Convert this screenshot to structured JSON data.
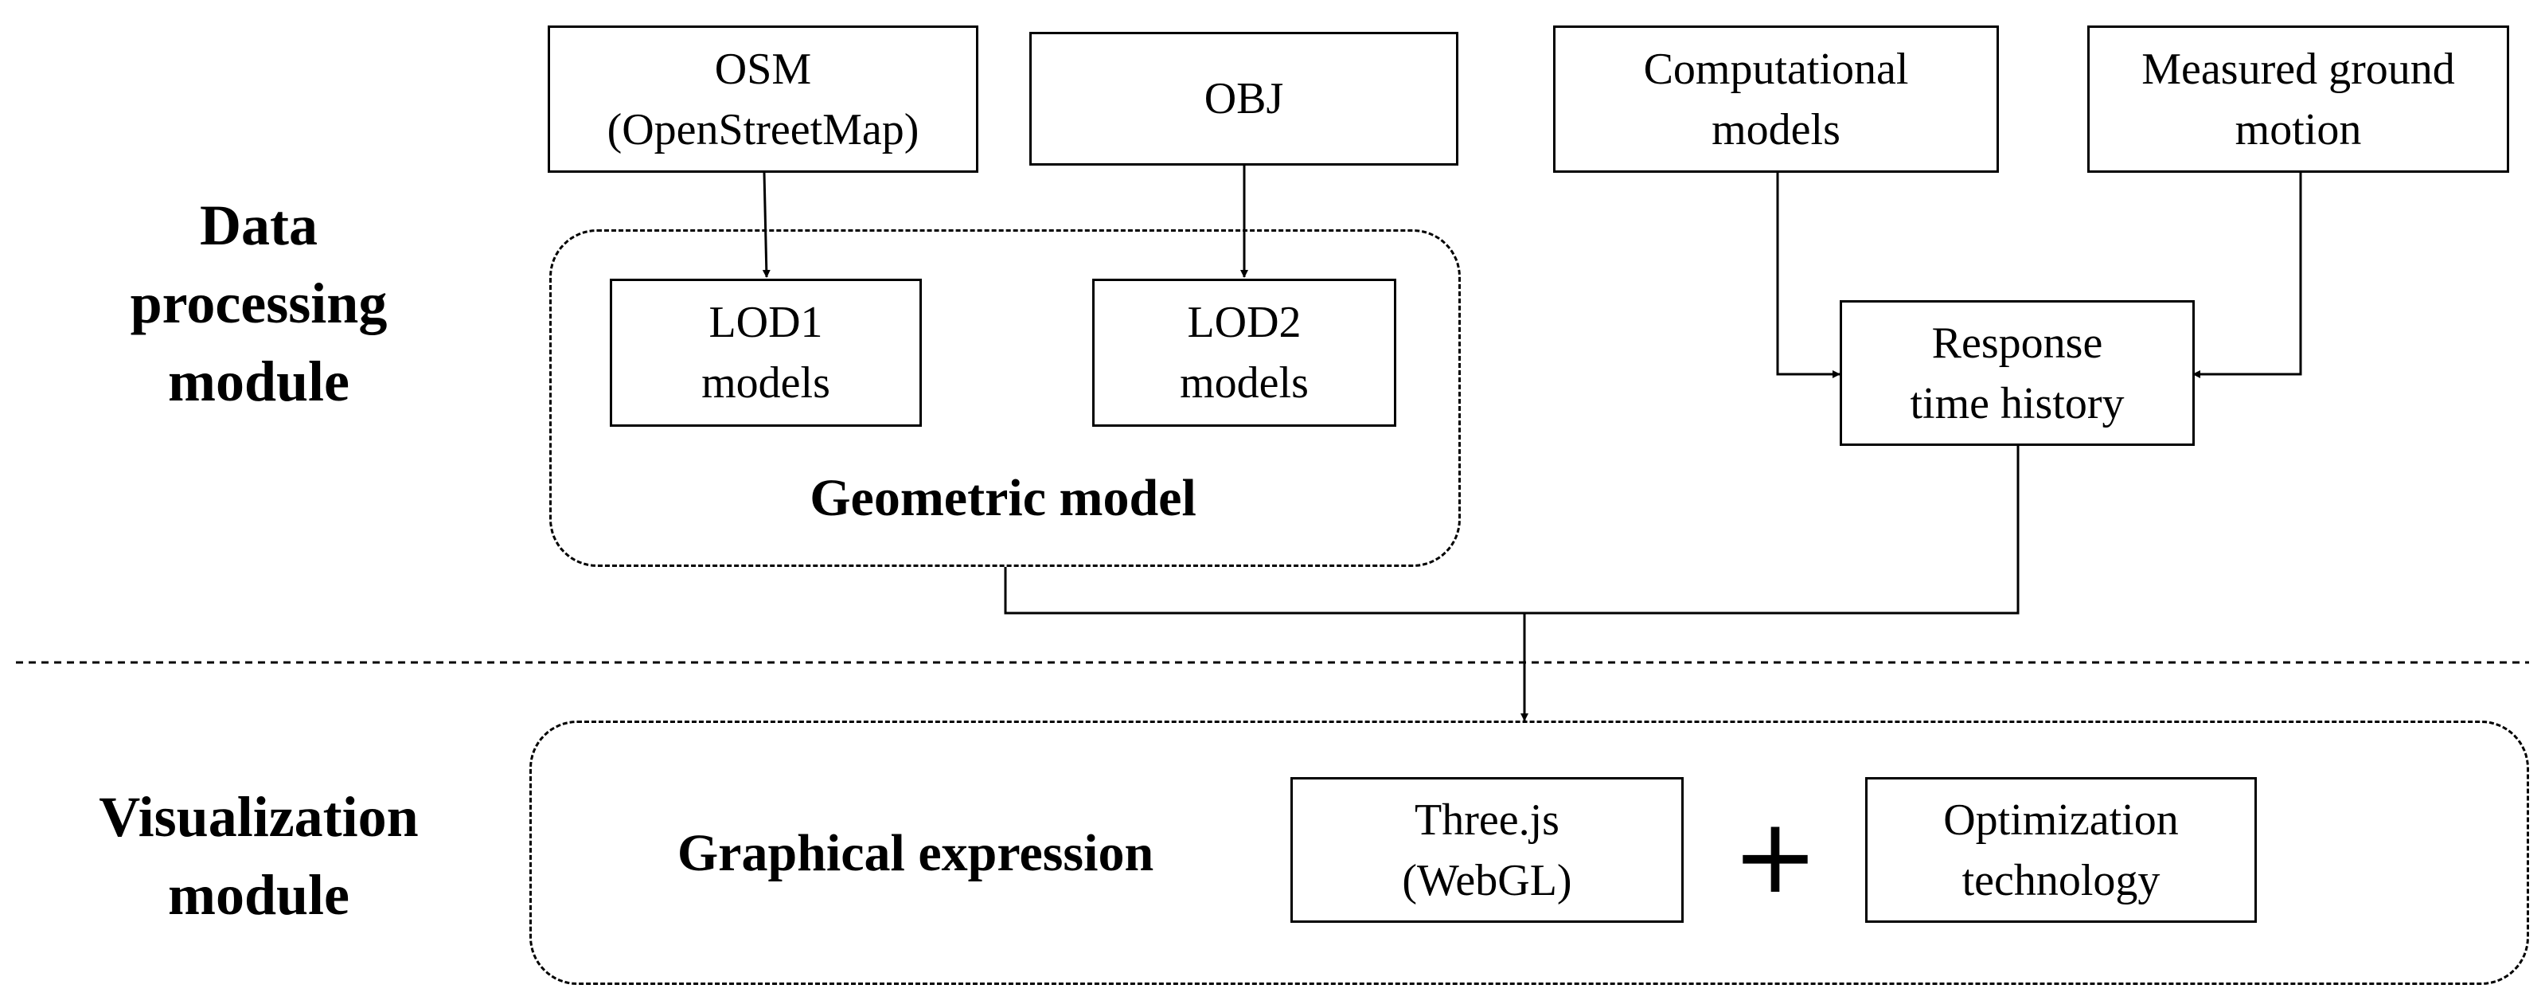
{
  "modules": {
    "data_processing": "Data\nprocessing\nmodule",
    "visualization": "Visualization\nmodule"
  },
  "inputs": {
    "osm": "OSM\n(OpenStreetMap)",
    "obj": "OBJ",
    "computational": "Computational\nmodels",
    "measured": "Measured ground\nmotion"
  },
  "geometric": {
    "title": "Geometric model",
    "lod1": "LOD1\nmodels",
    "lod2": "LOD2\nmodels"
  },
  "response": "Response\ntime history",
  "visualization_group": {
    "title": "Graphical expression",
    "threejs": "Three.js\n(WebGL)",
    "plus": "+",
    "optimization": "Optimization\ntechnology"
  }
}
